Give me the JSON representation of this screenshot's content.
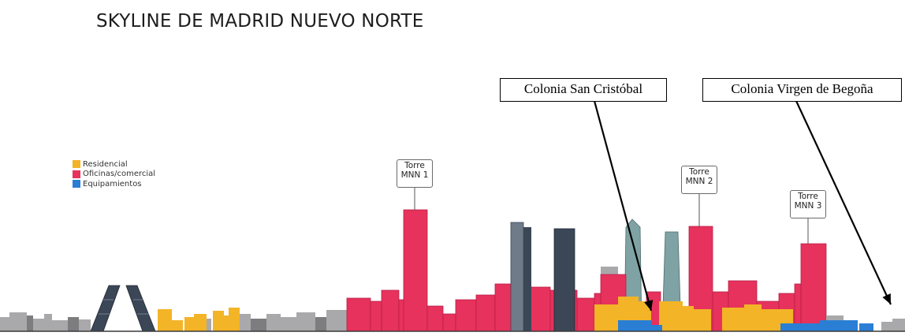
{
  "title": "SKYLINE DE MADRID NUEVO NORTE",
  "legend": [
    {
      "label": "Residencial",
      "color": "#f3b427"
    },
    {
      "label": "Oficinas/comercial",
      "color": "#e6325c"
    },
    {
      "label": "Equipamientos",
      "color": "#2a7fd4"
    }
  ],
  "towers": [
    {
      "label": "Torre\nMNN 1"
    },
    {
      "label": "Torre\nMNN 2"
    },
    {
      "label": "Torre\nMNN 3"
    }
  ],
  "callouts": [
    {
      "label": "Colonia San Cristóbal"
    },
    {
      "label": "Colonia Virgen de Begoña"
    }
  ],
  "colors": {
    "residencial": "#f3b427",
    "oficinas": "#e6325c",
    "equipamientos": "#2a7fd4",
    "existing": "#a9a9ab",
    "existing_dark": "#7d7d80",
    "glass_dark": "#3b4757",
    "glass_teal": "#7fa3a4",
    "ground": "#3a3a3a",
    "arrow": "#000000"
  }
}
